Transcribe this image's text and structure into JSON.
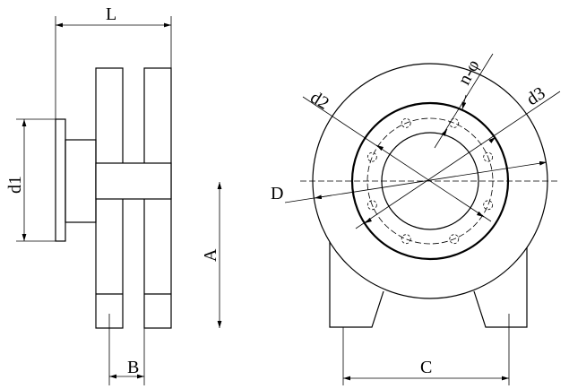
{
  "labels": {
    "L": "L",
    "d1": "d1",
    "A": "A",
    "B": "B",
    "C": "C",
    "D": "D",
    "d2": "d2",
    "n_phi": "n-φ",
    "d3": "d3"
  },
  "bolt_hole_count": 8
}
